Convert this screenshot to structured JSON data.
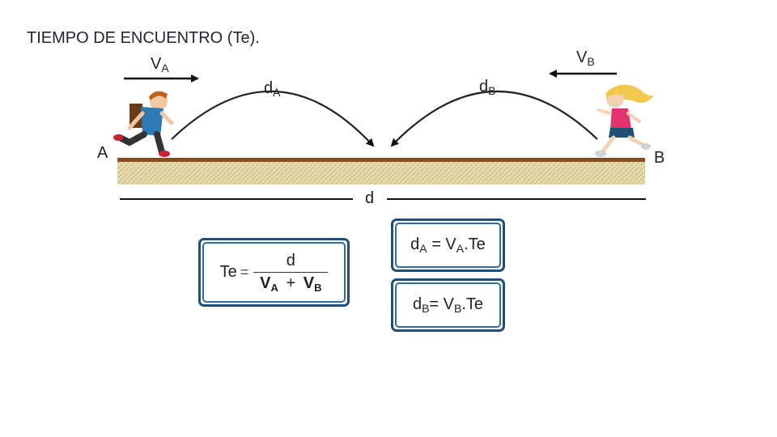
{
  "title": "TIEMPO DE ENCUENTRO (Te).",
  "labels": {
    "va_main": "V",
    "va_sub": "A",
    "vb_main": "V",
    "vb_sub": "B",
    "da_main": "d",
    "da_sub": "A",
    "db_main": "d",
    "db_sub": "B",
    "point_a": "A",
    "point_b": "B",
    "distance": "d"
  },
  "formula_te": {
    "lhs": "Te",
    "equals": "=",
    "numerator": "d",
    "den_a_main": "V",
    "den_a_sub": "A",
    "plus": "+",
    "den_b_main": "V",
    "den_b_sub": "B"
  },
  "formula_da": {
    "d_main": "d",
    "d_sub": "A",
    "mid": " = V",
    "v_sub": "A",
    "tail": ".Te"
  },
  "formula_db": {
    "d_main": "d",
    "d_sub": "B",
    "mid": "= V",
    "v_sub": "B",
    "tail": ".Te"
  },
  "colors": {
    "ground_top": "#8b4a1e",
    "ground_texture": "#e2d6a4",
    "box_border": "#1f4e79",
    "boy_shirt": "#2d7bb5",
    "girl_shirt": "#e8326f",
    "girl_hair": "#f2c94c"
  },
  "icons": [
    "boy-running-icon",
    "girl-running-icon"
  ]
}
